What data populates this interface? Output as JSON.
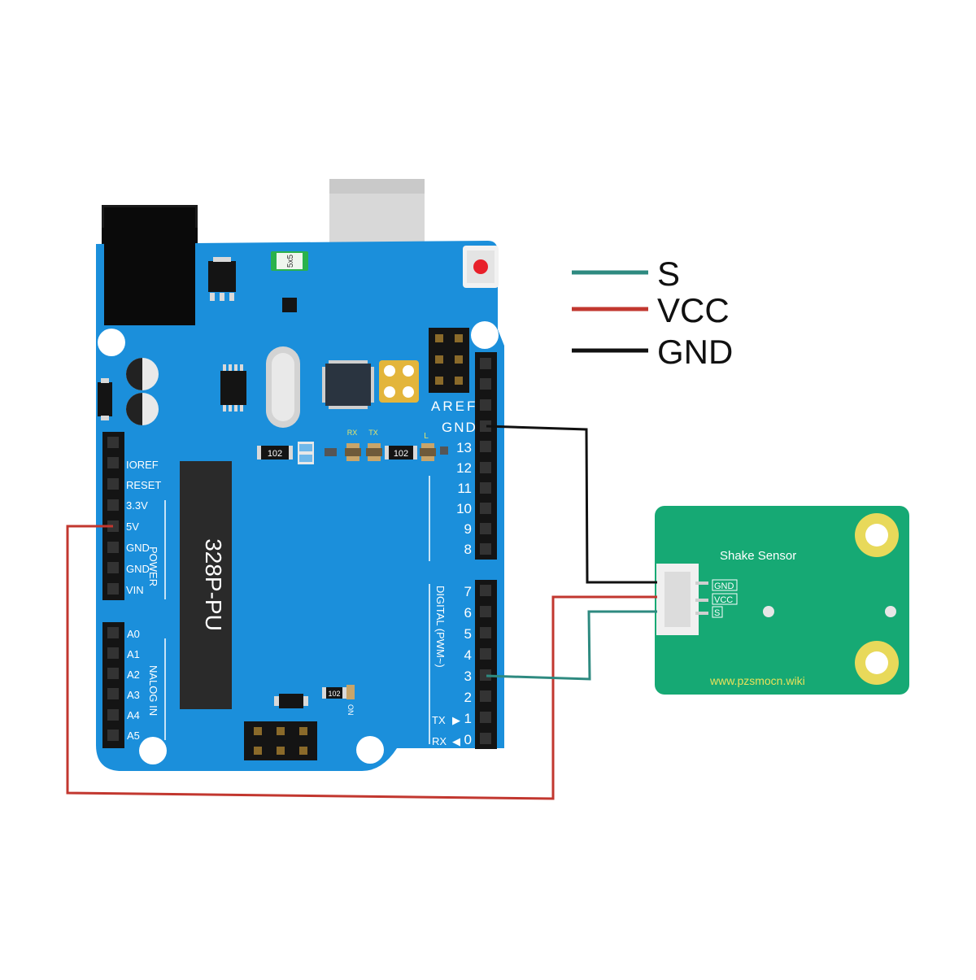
{
  "legend": [
    {
      "label": "S",
      "color": "#2e8a80"
    },
    {
      "label": "VCC",
      "color": "#c2372f"
    },
    {
      "label": "GND",
      "color": "#111111"
    }
  ],
  "board": {
    "fuse": "5x5",
    "chip": "328P-PU",
    "res1": "102",
    "res2": "102",
    "res3": "102",
    "rx": "RX",
    "tx": "TX",
    "l": "L",
    "on": "ON",
    "power_label": "POWER",
    "analog_label": "NALOG IN",
    "digital_label": "DIGITAL (PWM~)",
    "aref": "AREF",
    "gnd": "GND",
    "power_pins": [
      "IOREF",
      "RESET",
      "3.3V",
      "5V",
      "GND",
      "GND",
      "VIN"
    ],
    "analog_pins": [
      "A0",
      "A1",
      "A2",
      "A3",
      "A4",
      "A5"
    ],
    "digital_high": [
      "13",
      "12",
      "11",
      "10",
      "9",
      "8"
    ],
    "digital_low": [
      "7",
      "6",
      "5",
      "4",
      "3",
      "2"
    ],
    "tx_label": "TX",
    "tx_num": "1",
    "rx_label": "RX",
    "rx_num": "0"
  },
  "sensor": {
    "title": "Shake Sensor",
    "pins": [
      "GND",
      "VCC",
      "S"
    ],
    "url": "www.pzsmocn.wiki"
  },
  "colors": {
    "board": "#1b8fdb",
    "sensor": "#16a974",
    "wire_s": "#2e8a80",
    "wire_vcc": "#c2372f",
    "wire_gnd": "#111111"
  }
}
